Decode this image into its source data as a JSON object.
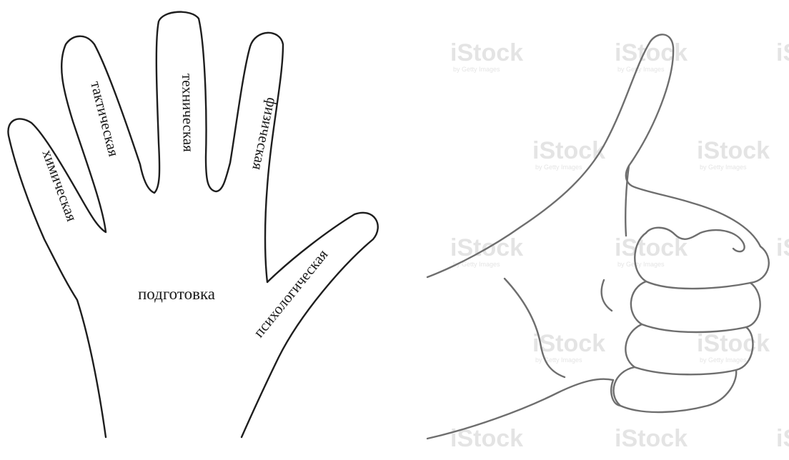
{
  "hand_diagram": {
    "center_label": "подготовка",
    "fingers": [
      {
        "id": "little",
        "label": "химическая"
      },
      {
        "id": "ring",
        "label": "тактическая"
      },
      {
        "id": "middle",
        "label": "техническая"
      },
      {
        "id": "index",
        "label": "физическая"
      },
      {
        "id": "thumb",
        "label": "психологическая"
      }
    ]
  },
  "thumbs_up": {
    "watermark_text": "iStock",
    "watermark_subtext": "by Getty Images"
  }
}
